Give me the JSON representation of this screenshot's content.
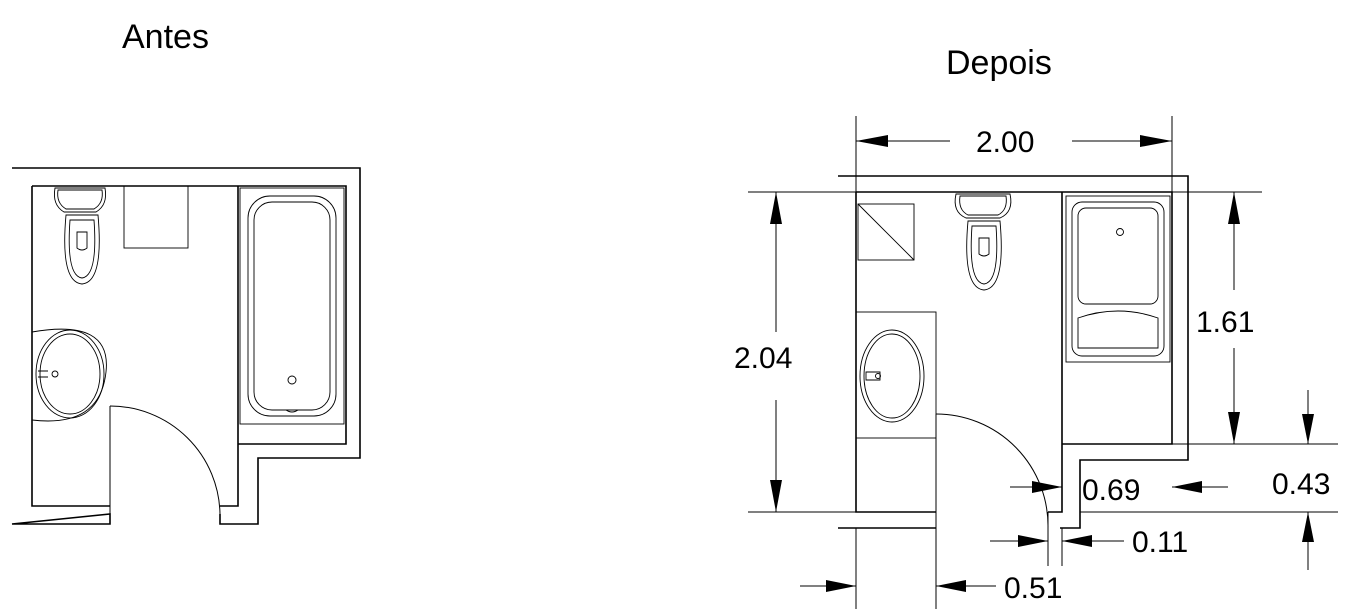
{
  "titles": {
    "before": "Antes",
    "after": "Depois"
  },
  "dimensions": {
    "top_width": "2.00",
    "left_height": "2.04",
    "right_height": "1.61",
    "recess_height": "0.43",
    "recess_width": "0.69",
    "jamb": "0.11",
    "door_opening": "0.51"
  }
}
